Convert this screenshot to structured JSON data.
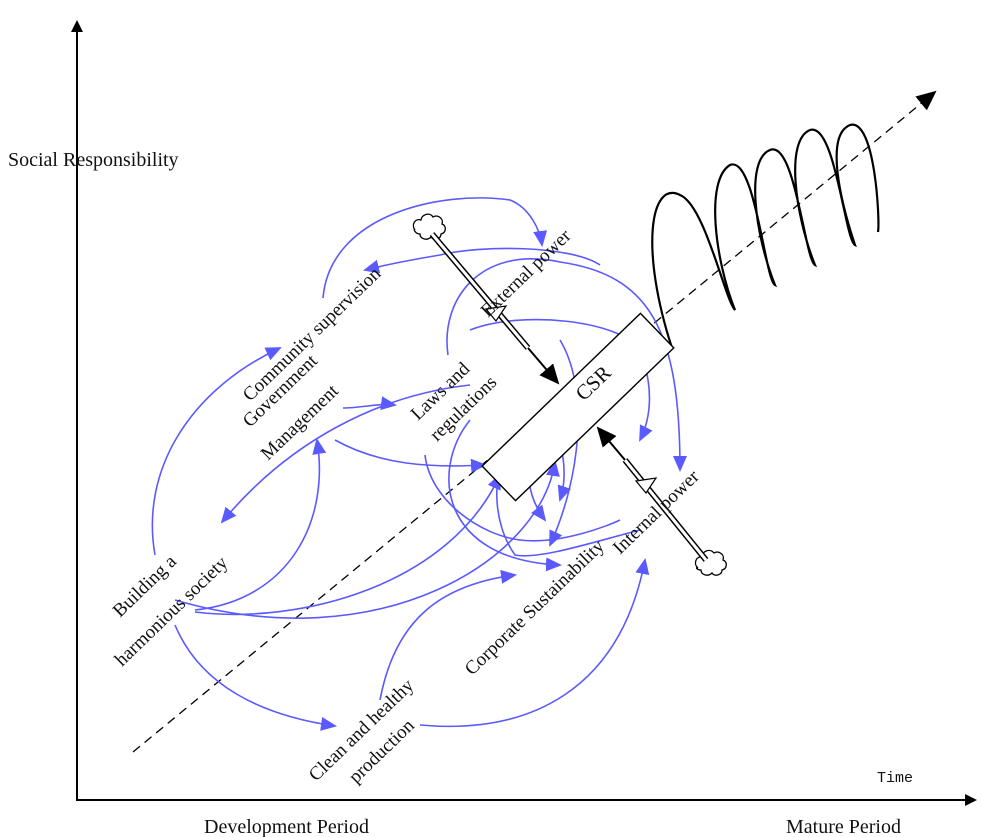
{
  "axes": {
    "y_label": "Social Responsibility",
    "x_label": "Time",
    "x_left_label": "Development Period",
    "x_right_label": "Mature Period"
  },
  "nodes": {
    "csr": "CSR",
    "external_power": "External power",
    "internal_power": "Internal power",
    "community_supervision": "Community supervision",
    "government": "Government",
    "management": "Management",
    "laws_line1": "Laws and",
    "laws_line2": "regulations",
    "building_line1": "Building a",
    "building_line2": "harmonious society",
    "corporate_sustainability": "Corporate Sustainability",
    "clean_line1": "Clean and healthy",
    "clean_line2": "production"
  },
  "colors": {
    "axis": "#000000",
    "link_arrows": "#5a5aff",
    "flow": "#000000"
  },
  "icons": [
    "cloud-icon-top",
    "cloud-icon-bottom",
    "spiral-icon"
  ]
}
